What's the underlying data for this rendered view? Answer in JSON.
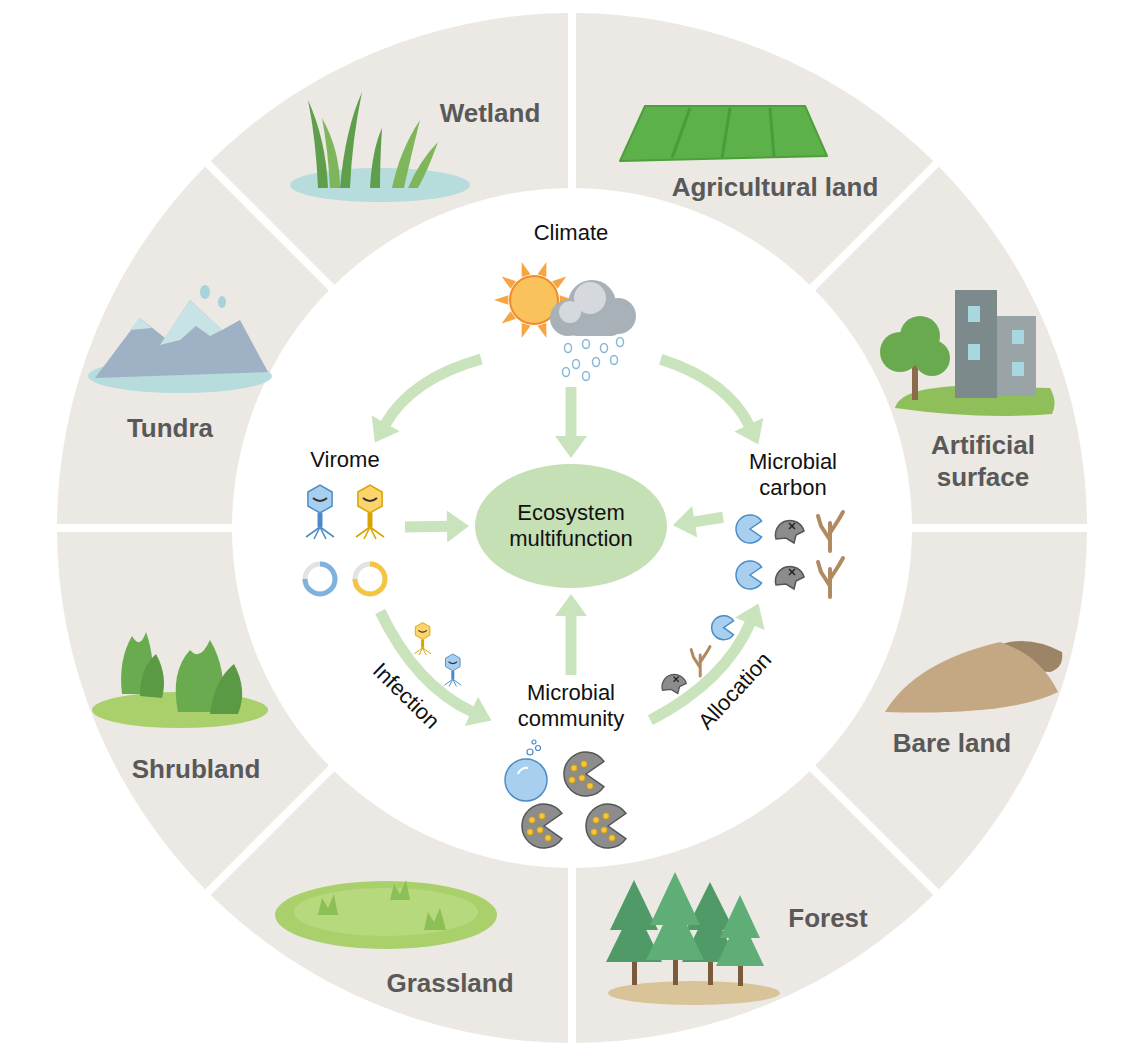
{
  "diagram": {
    "nodes": [
      {
        "text": [
          "Climate"
        ]
      },
      {
        "text": [
          "Virome"
        ]
      },
      {
        "text": [
          "Microbial carbon"
        ]
      },
      {
        "text": [
          "Ecosystem multifunction"
        ]
      },
      {
        "text": [
          "Microbial community"
        ]
      }
    ],
    "edges": [
      {
        "from": 0,
        "to": 1,
        "arrow": "to"
      },
      {
        "from": 0,
        "to": 3,
        "arrow": "to"
      },
      {
        "from": 0,
        "to": 2,
        "arrow": "to"
      },
      {
        "from": 1,
        "to": 3,
        "arrow": "to"
      },
      {
        "from": 2,
        "to": 3,
        "arrow": "to"
      },
      {
        "from": 4,
        "to": 3,
        "arrow": "to"
      },
      {
        "from": 1,
        "to": 4,
        "label": "Infection",
        "arrow": "to"
      },
      {
        "from": 4,
        "to": 2,
        "label": "Allocation",
        "arrow": "to"
      }
    ],
    "labels": [
      "Wetland",
      "Agricultural land",
      "Artificial surface",
      "Bare land",
      "Forest",
      "Grassland",
      "Shrubland",
      "Tundra"
    ]
  }
}
